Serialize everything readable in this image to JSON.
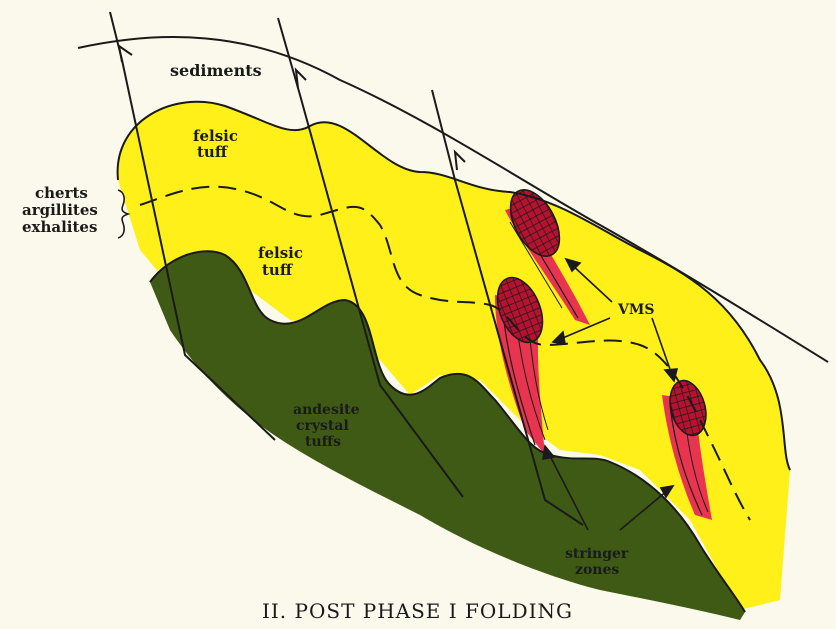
{
  "diagram": {
    "caption": "II.  POST PHASE I FOLDING",
    "labels": {
      "sediments": "sediments",
      "felsic_upper_1": "felsic",
      "felsic_upper_2": "tuff",
      "felsic_lower_1": "felsic",
      "felsic_lower_2": "tuff",
      "cherts": "cherts",
      "argillites": "argillites",
      "exhalites": "exhalites",
      "andesite_1": "andesite",
      "andesite_2": "crystal",
      "andesite_3": "tuffs",
      "vms": "VMS",
      "stringer_1": "stringer",
      "stringer_2": "zones"
    },
    "colors": {
      "background": "#fbf9ec",
      "felsic_tuff": "#fff01a",
      "andesite": "#3f5a14",
      "vms_body": "#d81e3c",
      "stringer": "#e8344f",
      "line": "#1a1a1a"
    }
  }
}
